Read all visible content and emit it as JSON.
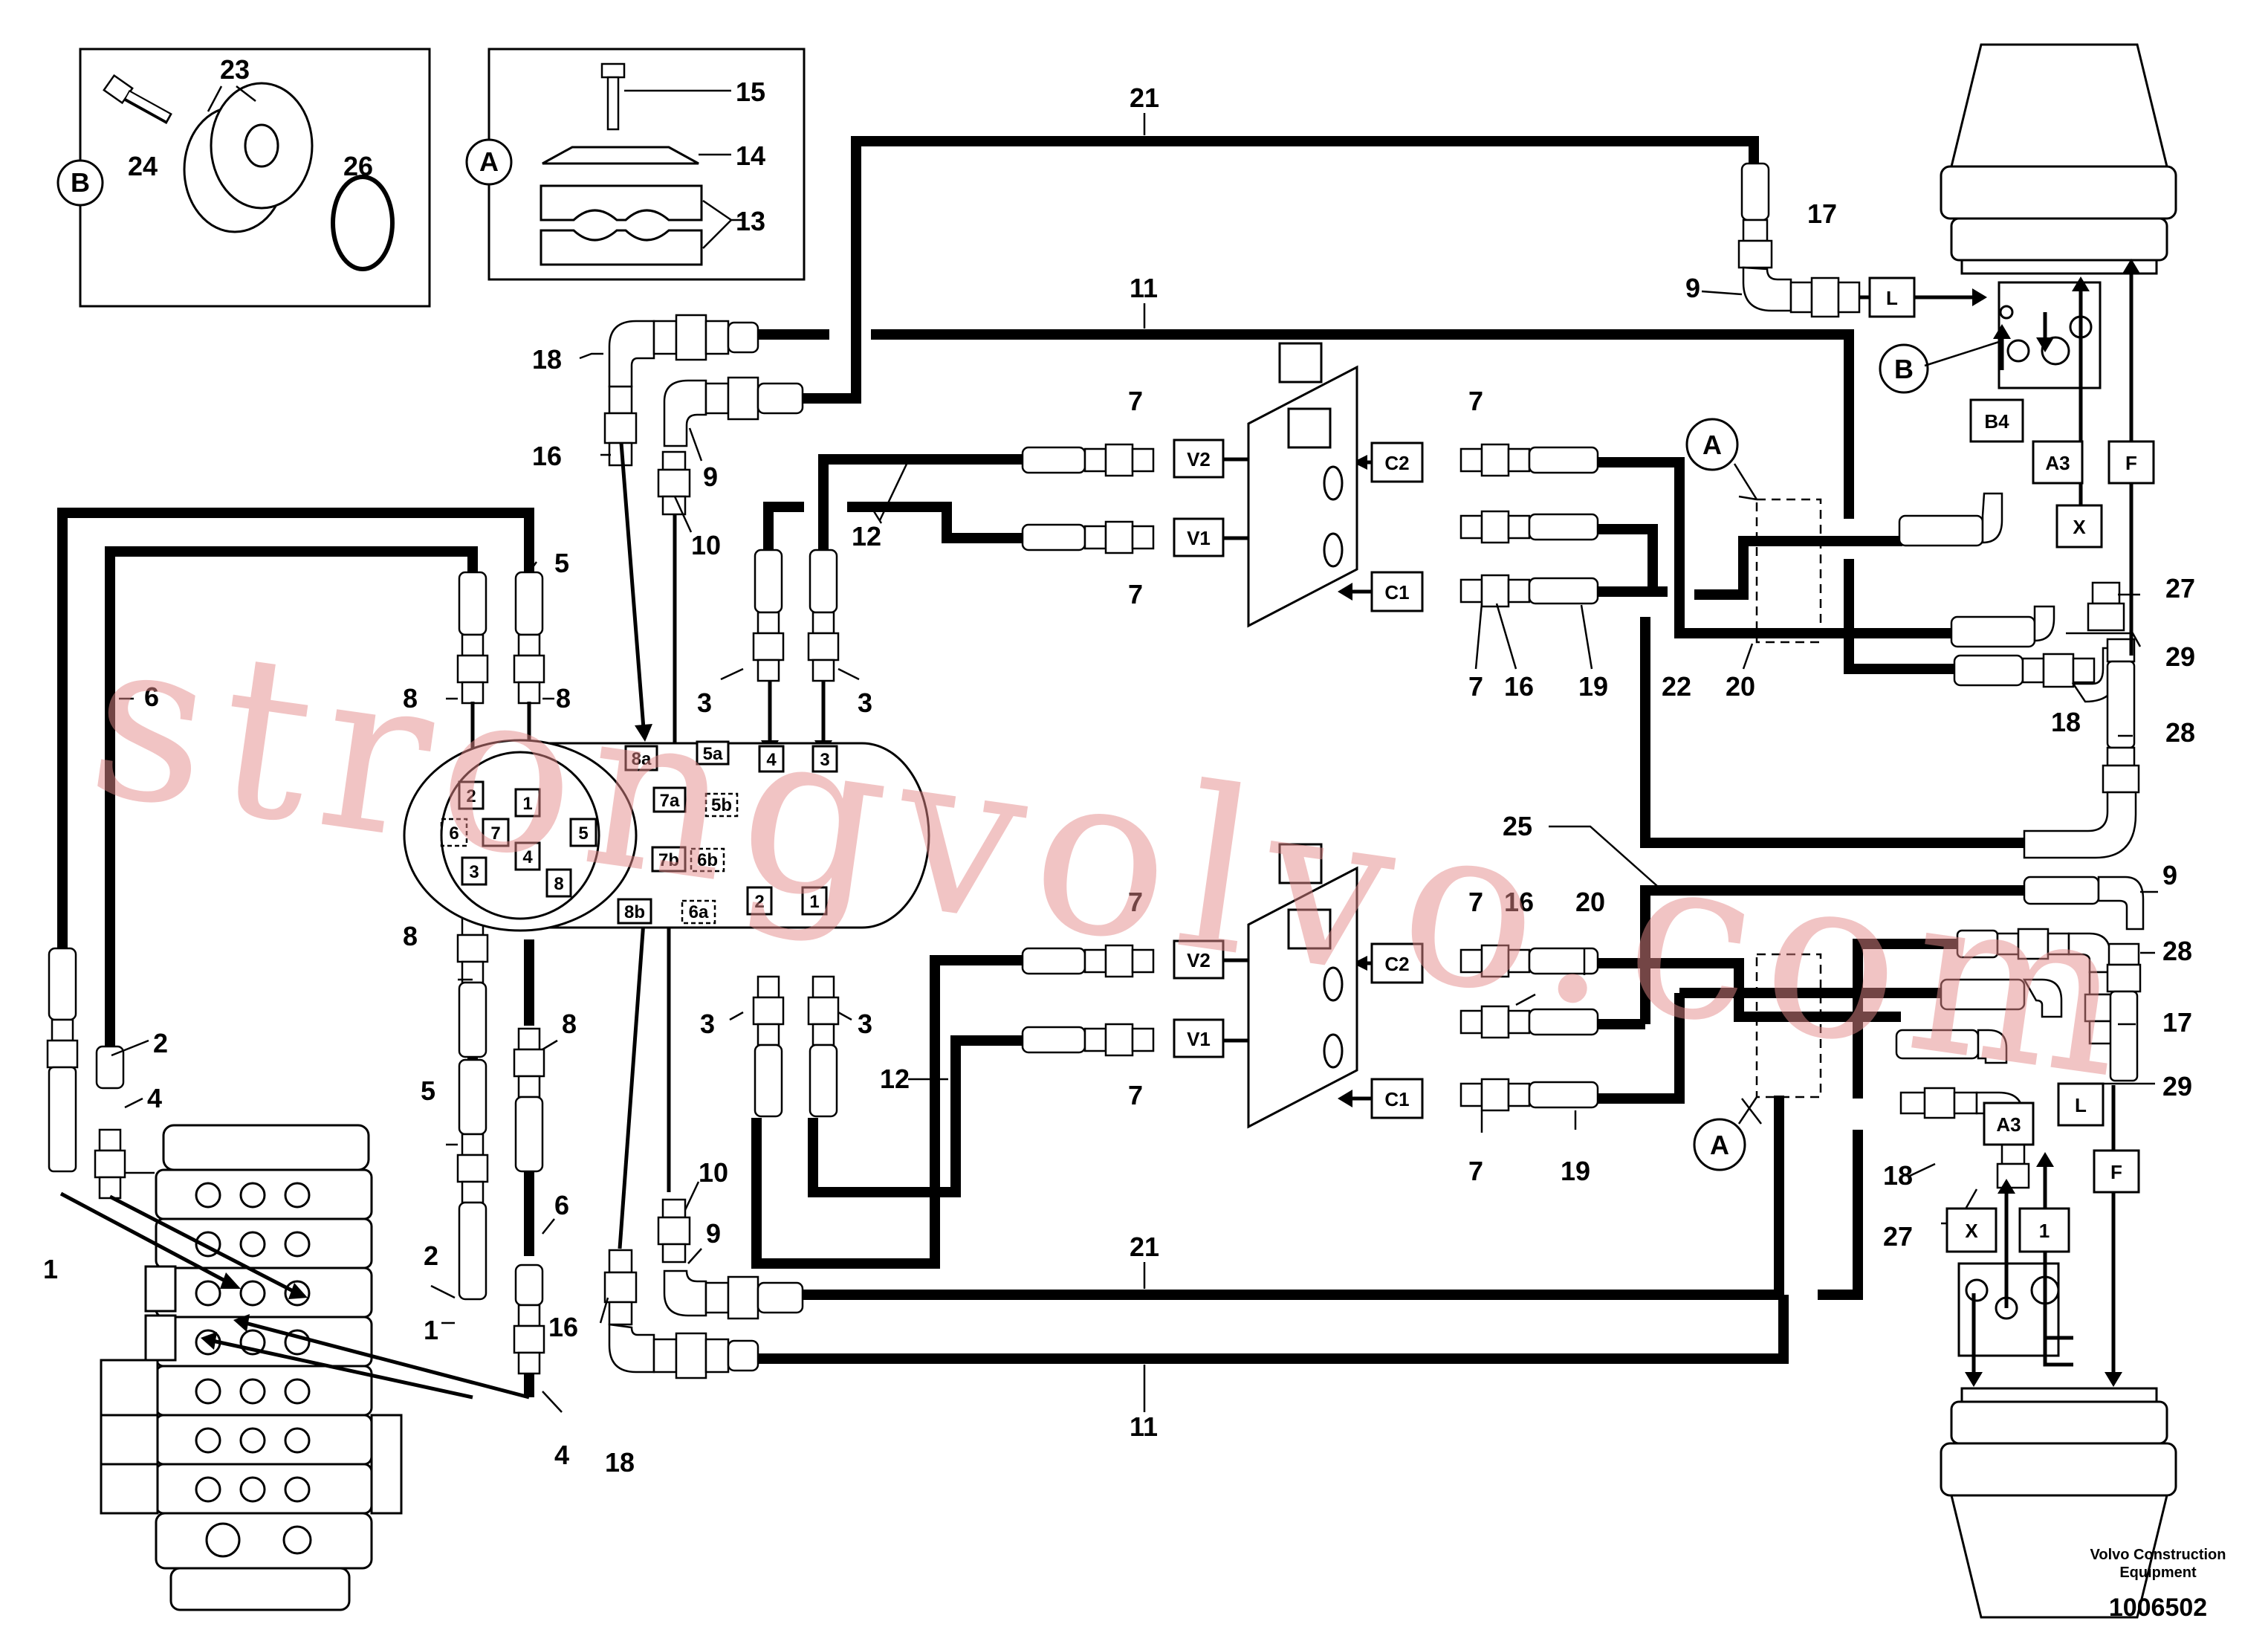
{
  "insets": {
    "b": {
      "circle": "B",
      "parts": [
        "23",
        "24",
        "26"
      ]
    },
    "a": {
      "circle": "A",
      "parts": [
        "15",
        "14",
        "13"
      ]
    }
  },
  "callouts": {
    "c21_top": "21",
    "c11_top": "11",
    "c17_top": "17",
    "c9_top": "9",
    "c18_top": "18",
    "c16_top": "16",
    "c9_mid": "9",
    "c10_top": "10",
    "c7_v2": "7",
    "c7_v1": "7",
    "c7_c2": "7",
    "c7_c1": "7",
    "c12_top": "12",
    "c5": "5",
    "c6_top": "6",
    "c8_l": "8",
    "c8_r": "8",
    "c3_l": "3",
    "c3_r": "3",
    "c16_mid": "16",
    "c19_top": "19",
    "c22": "22",
    "c20_top": "20",
    "c27_top": "27",
    "c29_top": "29",
    "c18_right": "18",
    "c28_top": "28",
    "c25": "25",
    "c9_right": "9",
    "c28_low": "28",
    "c17_low": "17",
    "c29_low": "29",
    "c7_v2b": "7",
    "c16_low": "16",
    "c20_low": "20",
    "c7_v1b": "7",
    "c7_c1b": "7",
    "c19_low": "19",
    "c3_lb": "3",
    "c3_rb": "3",
    "c12_low": "12",
    "c8_mid": "8",
    "c8_lower": "8",
    "c5_low": "5",
    "c6_low": "6",
    "c2_a": "2",
    "c4_a": "4",
    "c1_a": "1",
    "c2_b": "2",
    "c1_b": "1",
    "c4_b": "4",
    "c10_low": "10",
    "c9_low": "9",
    "c16_bot": "16",
    "c18_bot": "18",
    "c21_bot": "21",
    "c11_bot": "11",
    "c18_low": "18",
    "c27_low": "27"
  },
  "circle_refs": {
    "a_top": "A",
    "b_right": "B",
    "a_low": "A"
  },
  "valve_ports": {
    "v2": "V2",
    "v1": "V1",
    "c2": "C2",
    "c1": "C1",
    "v2b": "V2",
    "v1b": "V1",
    "c2b": "C2",
    "c1b": "C1"
  },
  "motor_ports": {
    "l": "L",
    "b4": "B4",
    "a3": "A3",
    "f": "F",
    "x": "X",
    "l_low": "L",
    "f_low": "F",
    "x_low": "X",
    "a3_low": "A3",
    "b4_low": "1"
  },
  "swivel_ports": {
    "p8a": "8a",
    "p5a": "5a",
    "p4": "4",
    "p3": "3",
    "p7a": "7a",
    "p5b": "5b",
    "p7b": "7b",
    "p6b": "6b",
    "p8b": "8b",
    "p6a": "6a",
    "p2b": "2",
    "p1b": "1",
    "f2": "2",
    "f1": "1",
    "f6": "6",
    "f7": "7",
    "f5": "5",
    "f3": "3",
    "f4": "4",
    "f8": "8"
  },
  "watermark": "strongvolvo.com",
  "footer": {
    "brand_line1": "Volvo Construction",
    "brand_line2": "Equipment",
    "drawing_number": "1006502"
  }
}
